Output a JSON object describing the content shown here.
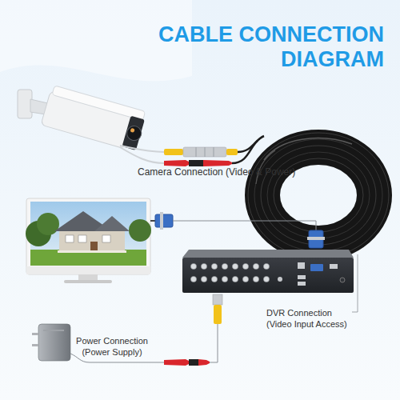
{
  "diagram": {
    "title": "CABLE CONNECTION DIAGRAM",
    "labels": [
      "Camera Connection (Video & Power)",
      "DVR Connection (Video Input Access)",
      "Power Connection (Power Supply)"
    ]
  }
}
